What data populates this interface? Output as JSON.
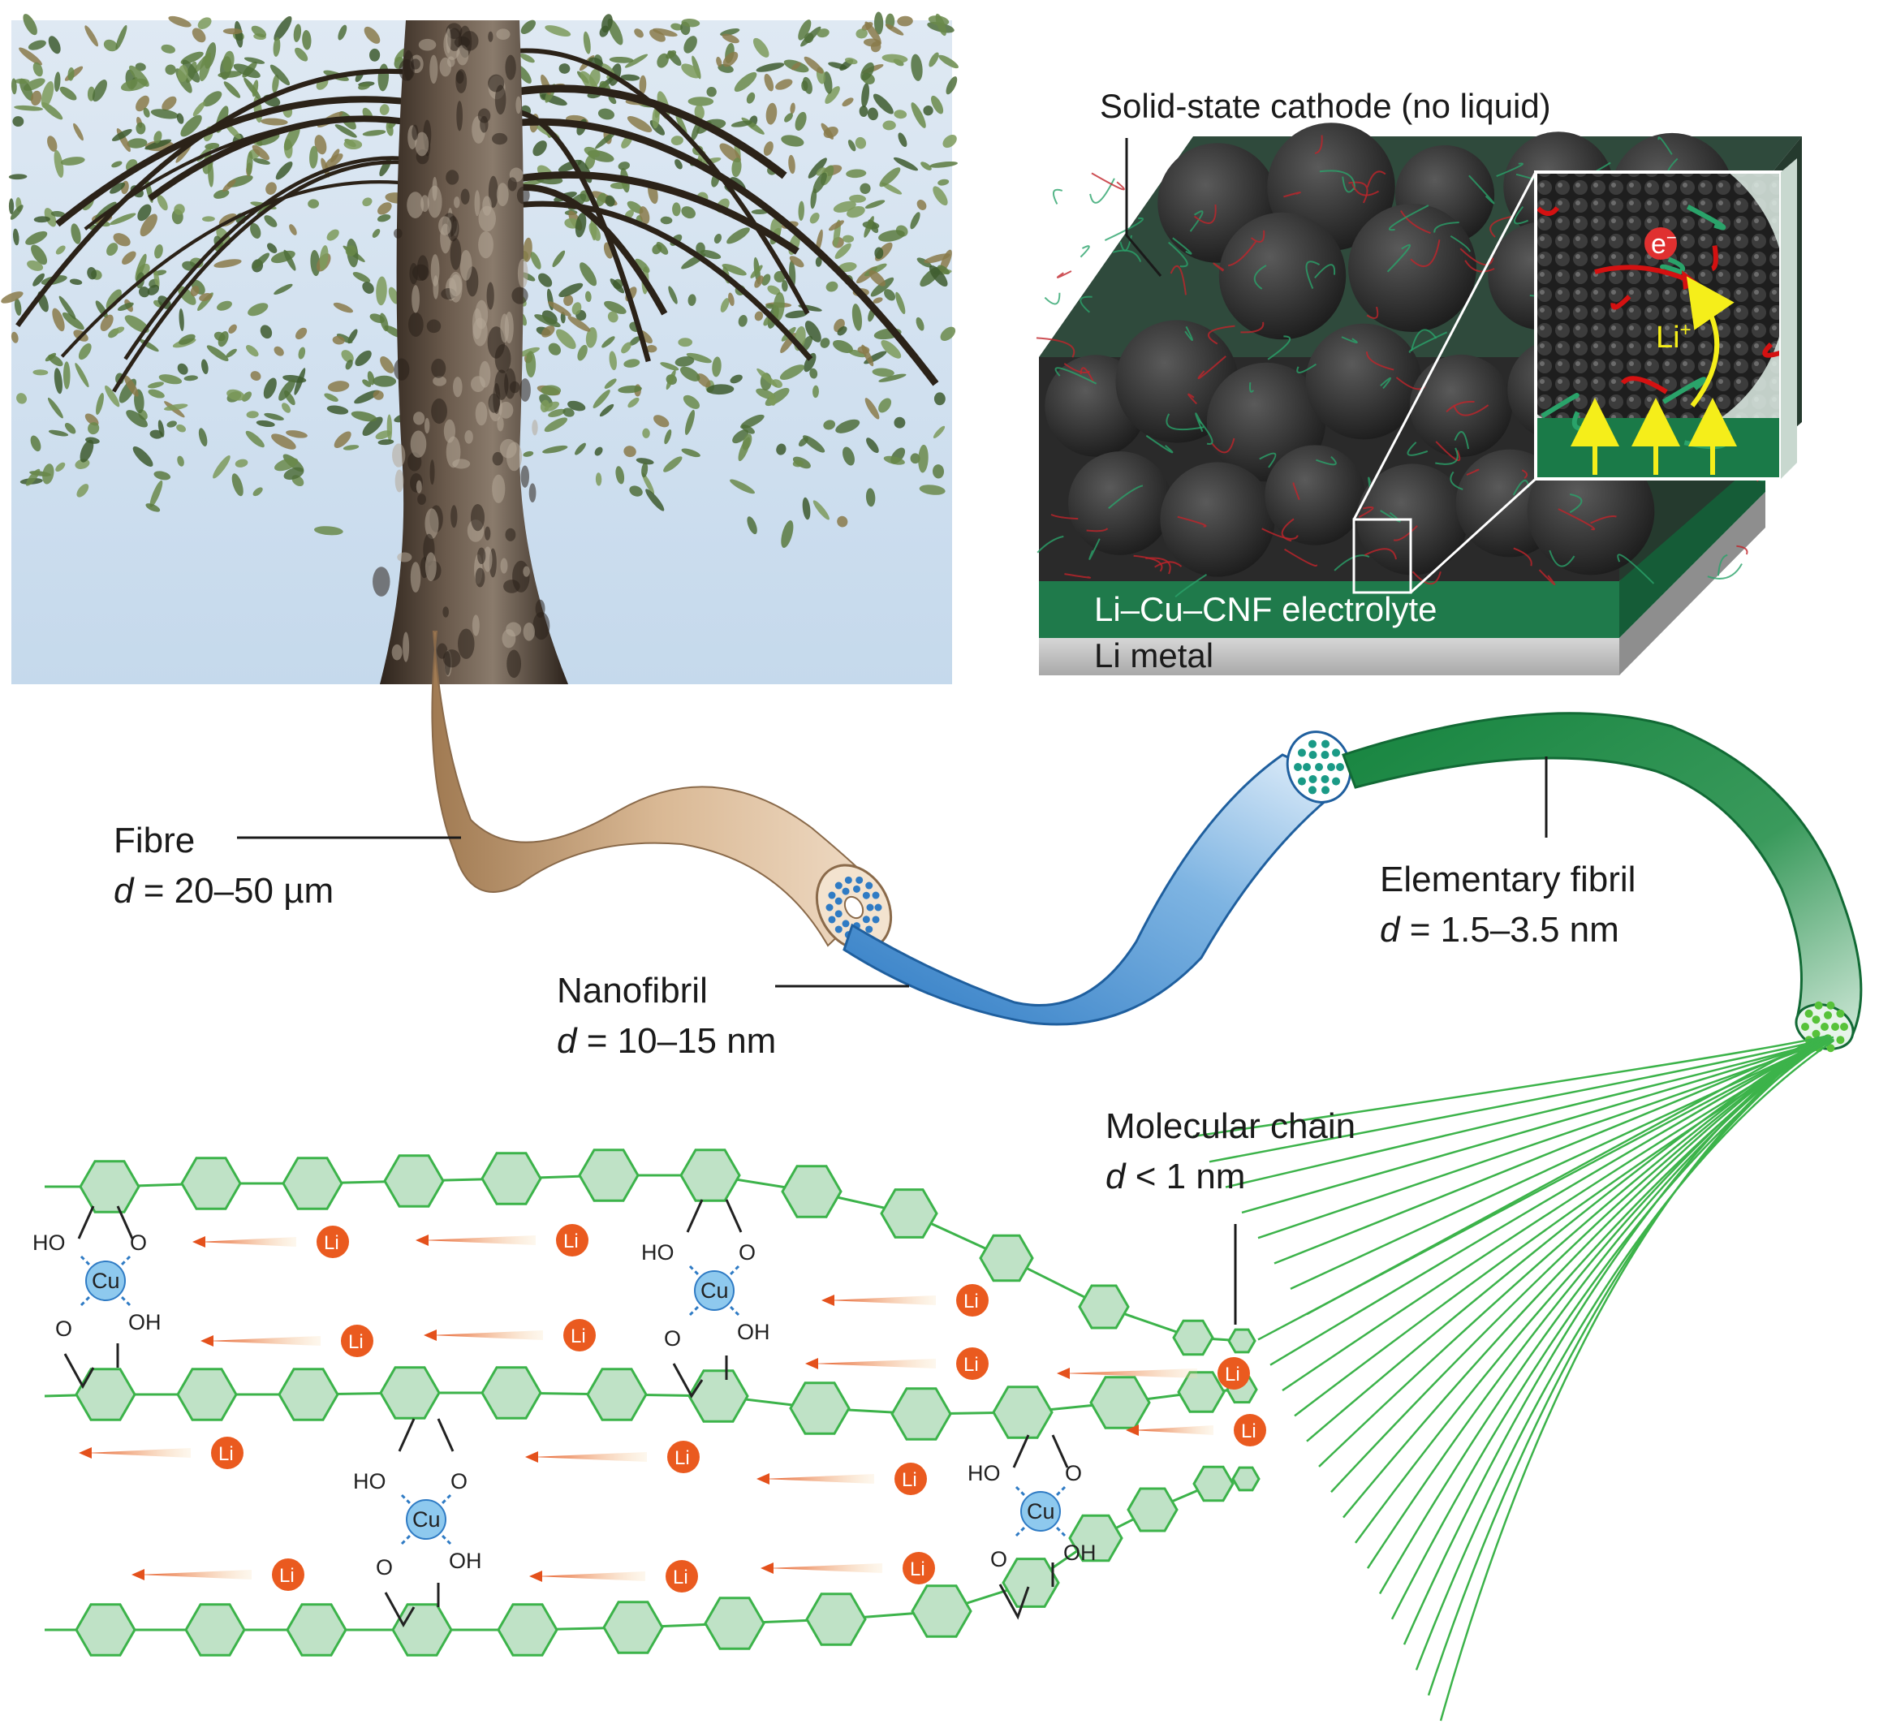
{
  "labels": {
    "cathode": "Solid-state cathode (no liquid)",
    "electrolyte": "Li–Cu–CNF electrolyte",
    "li_metal": "Li metal",
    "electron": "e",
    "electron_sup": "−",
    "li_ion": "Li",
    "li_ion_sup": "+",
    "fibre_name": "Fibre",
    "fibre_d_sym": "d",
    "fibre_d_val": " = 20–50 µm",
    "nanofibril_name": "Nanofibril",
    "nanofibril_d_sym": "d",
    "nanofibril_d_val": " = 10–15 nm",
    "elementary_name": "Elementary fibril",
    "elementary_d_sym": "d",
    "elementary_d_val": " = 1.5–3.5 nm",
    "molecular_name": "Molecular chain",
    "molecular_d_sym": "d",
    "molecular_d_val": " < 1 nm"
  },
  "atoms": {
    "cu": "Cu",
    "li": "Li",
    "ho": "HO",
    "oh": "OH",
    "o": "O"
  },
  "colors": {
    "sky": "#cfe0ef",
    "bark": "#4a3a2c",
    "fibre_tan": "#c9a47e",
    "nanofibril_blue": "#3f88c9",
    "elementary_green": "#1f8a4a",
    "chain_green": "#3cb34a",
    "hex_fill": "#bfe2c6",
    "li_orange": "#ea5a1f",
    "cu_blue": "#8ec9ee",
    "electrolyte_green": "#1d7a4a",
    "li_metal_grey": "#bdbdbd"
  }
}
